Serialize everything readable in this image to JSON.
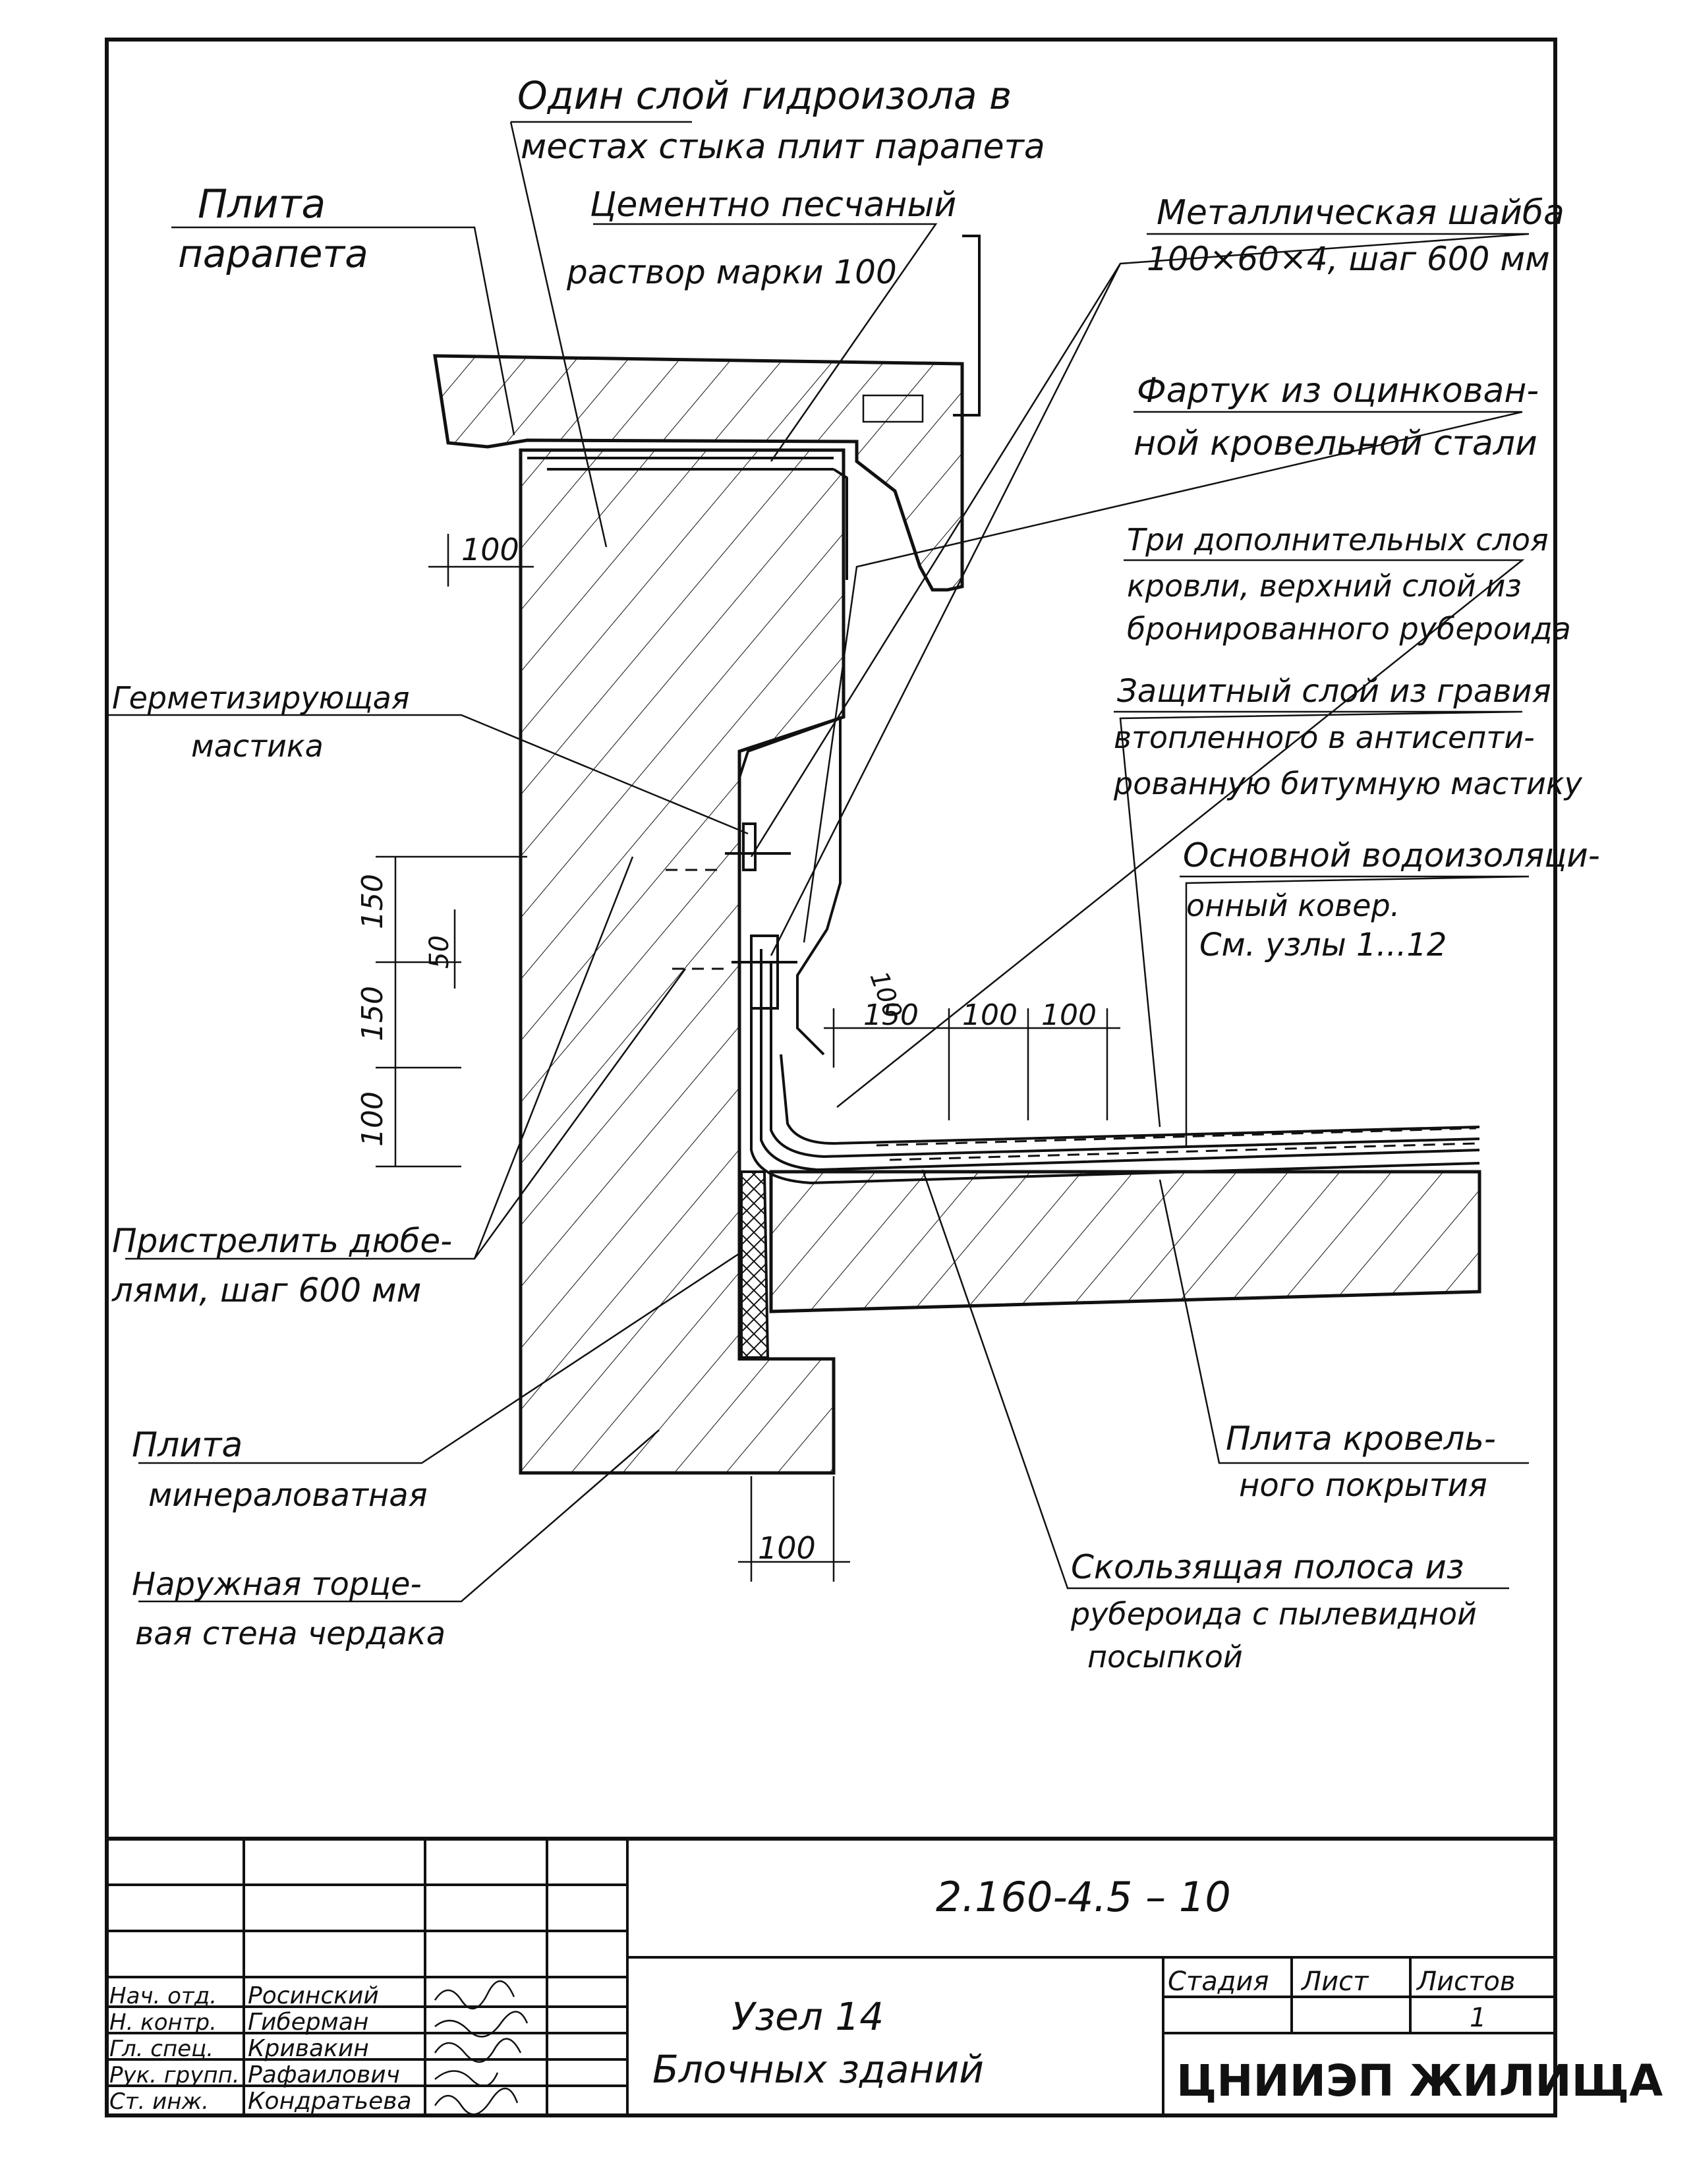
{
  "labels": {
    "hydro_layer": [
      "Один слой гидроизола в",
      "местах стыка плит парапета"
    ],
    "parapet_slab": [
      "Плита",
      "парапета"
    ],
    "mortar": [
      "Цементно песчаный",
      "раствор марки 100"
    ],
    "washer": [
      "Металлическая шайба",
      "100×60×4, шаг 600 мм"
    ],
    "apron": [
      "Фартук из оцинкован-",
      "ной кровельной стали"
    ],
    "extra_layers": [
      "Три дополнительных слоя",
      "кровли, верхний слой из",
      "бронированного рубероида"
    ],
    "gravel": [
      "Защитный слой из гравия",
      "втопленного в антисепти-",
      "рованную битумную мастику"
    ],
    "sealant": [
      "Герметизирующая",
      "мастика"
    ],
    "main_carpet": [
      "Основной водоизоляци-",
      "онный ковер.",
      "См. узлы 1...12"
    ],
    "dowels": [
      "Пристрелить дюбе-",
      "лями, шаг 600 мм"
    ],
    "wool_slab": [
      "Плита",
      "минераловатная"
    ],
    "roof_slab": [
      "Плита кровель-",
      "ного покрытия"
    ],
    "outer_wall": [
      "Наружная торце-",
      "вая стена чердака"
    ],
    "slide_strip": [
      "Скользящая полоса из",
      "рубероида с пылевидной",
      "посыпкой"
    ]
  },
  "dimensions": {
    "d100_left": "100",
    "d150_a": "150",
    "d50": "50",
    "d150_b": "150",
    "d100_v": "100",
    "d100_bottom": "100",
    "h150": "150",
    "h100_a": "100",
    "h100_b": "100",
    "d100_diag": "100"
  },
  "title_block": {
    "doc_code": "2.160-4.5 – 10",
    "title_lines": [
      "Узел 14",
      "Блочных зданий"
    ],
    "stage_label": "Стадия",
    "sheet_label": "Лист",
    "sheets_label": "Листов",
    "sheets_value": "1",
    "org": "ЦНИИЭП ЖИЛИЩА",
    "staff": [
      {
        "role": "Нач. отд.",
        "name": "Росинский"
      },
      {
        "role": "Н. контр.",
        "name": "Гиберман"
      },
      {
        "role": "Гл. спец.",
        "name": "Кривакин"
      },
      {
        "role": "Рук. групп.",
        "name": "Рафаилович"
      },
      {
        "role": "Ст. инж.",
        "name": "Кондратьева"
      }
    ]
  }
}
